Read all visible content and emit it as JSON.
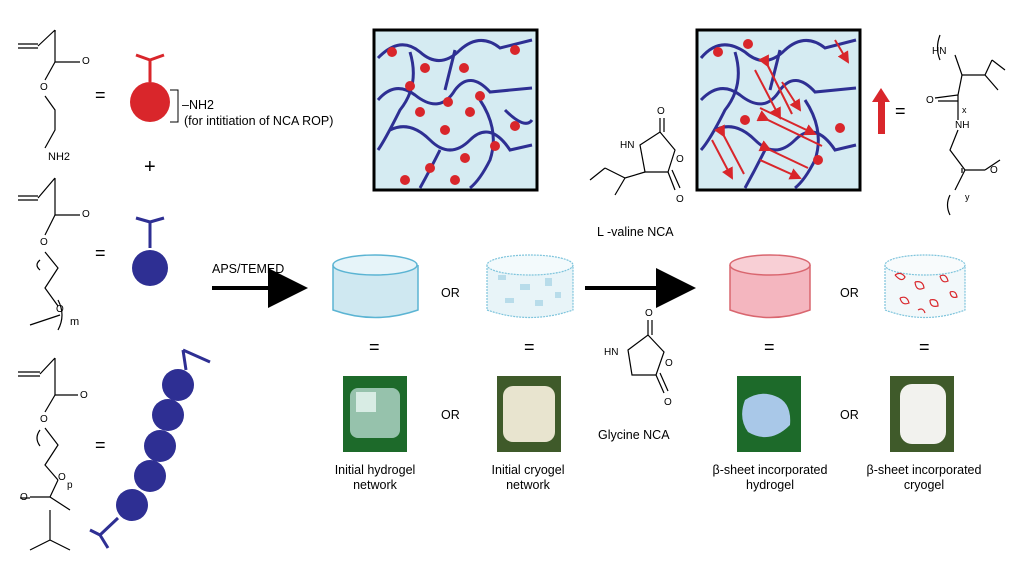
{
  "labels": {
    "equals": "=",
    "plus": "+",
    "or": "OR",
    "nh2_mono": "NH2",
    "amine_group": "–NH2",
    "nca_rop_note": "(for intitiation of NCA ROP)",
    "peg_repeat": "m",
    "pegdma_repeat": "p",
    "aps_temed": "APS/TEMED",
    "lvaline_nca": "L -valine NCA",
    "glycine_nca": "Glycine NCA",
    "hn": "HN",
    "nh": "NH",
    "o": "O",
    "x": "x",
    "y": "y",
    "initial_hydrogel": [
      "Initial hydrogel",
      "network"
    ],
    "initial_cryogel": [
      "Initial cryogel",
      "network"
    ],
    "beta_hydrogel": [
      "β-sheet incorporated",
      "hydrogel"
    ],
    "beta_cryogel": [
      "β-sheet incorporated",
      "cryogel"
    ]
  },
  "colors": {
    "amine_monomer": "#d9262b",
    "peg_monomer": "#2e2f93",
    "network_bg": "#d5ebf2",
    "network_line": "#2e2f93",
    "hydrogel_cyl": "#cfe8f1",
    "beta_cyl": "#f4b6bf",
    "beta_sheet": "#d9262b",
    "photo_bg": "#1d6a2a"
  }
}
